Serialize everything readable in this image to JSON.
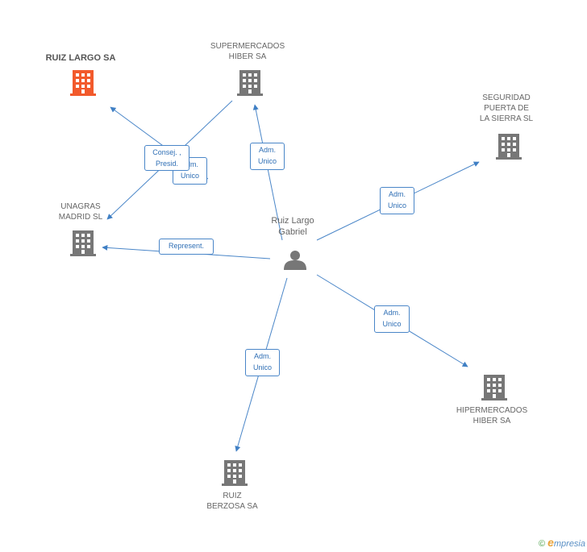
{
  "center": {
    "id": "person",
    "label": "Ruiz Largo\nGabriel"
  },
  "companies": [
    {
      "id": "ruiz-largo",
      "label": "RUIZ LARGO SA",
      "highlight": true
    },
    {
      "id": "supermercados-hiber",
      "label": "SUPERMERCADOS\nHIBER SA"
    },
    {
      "id": "seguridad-puerta",
      "label": "SEGURIDAD\nPUERTA DE\nLA SIERRA SL"
    },
    {
      "id": "unagras",
      "label": "UNAGRAS\nMADRID SL"
    },
    {
      "id": "hipermercados-hiber",
      "label": "HIPERMERCADOS\nHIBER SA"
    },
    {
      "id": "ruiz-berzosa",
      "label": "RUIZ\nBERZOSA SA"
    }
  ],
  "relations": [
    {
      "from": "person",
      "to": "ruiz-largo",
      "label": "Adm.\nUnico"
    },
    {
      "from": "supermercados-hiber",
      "to": "unagras",
      "label": "Consej. ,\nPresid."
    },
    {
      "from": "person",
      "to": "supermercados-hiber",
      "label": "Adm.\nUnico"
    },
    {
      "from": "person",
      "to": "seguridad-puerta",
      "label": "Adm.\nUnico"
    },
    {
      "from": "person",
      "to": "unagras",
      "label": "Represent."
    },
    {
      "from": "person",
      "to": "hipermercados-hiber",
      "label": "Adm.\nUnico"
    },
    {
      "from": "person",
      "to": "ruiz-berzosa",
      "label": "Adm.\nUnico"
    }
  ],
  "colors": {
    "edge": "#4a86c8",
    "building": "#777777",
    "building_highlight": "#f25a2c",
    "person": "#777777"
  },
  "watermark": {
    "symbol": "©",
    "brand_initial": "e",
    "brand_rest": "mpresia"
  }
}
